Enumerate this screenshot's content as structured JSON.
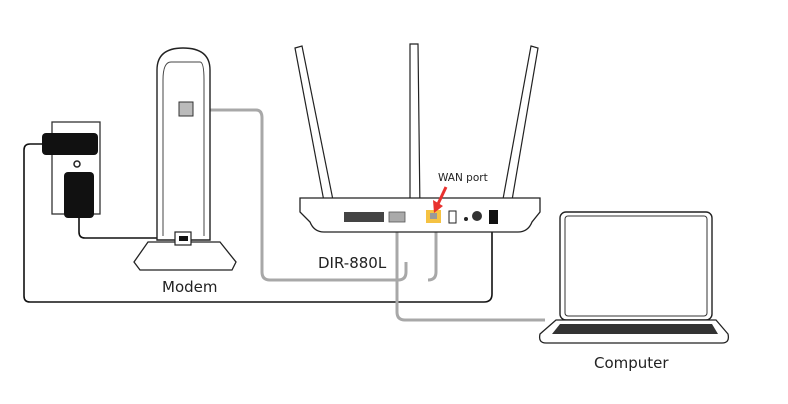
{
  "labels": {
    "modem": "Modem",
    "router": "DIR-880L",
    "computer": "Computer",
    "wan_port": "WAN port"
  },
  "colors": {
    "outline": "#1a1a1a",
    "ethernet_cable": "#a8a8a8",
    "power_cable": "#111111",
    "wan_highlight": "#f5c242",
    "arrow": "#e8322f"
  }
}
